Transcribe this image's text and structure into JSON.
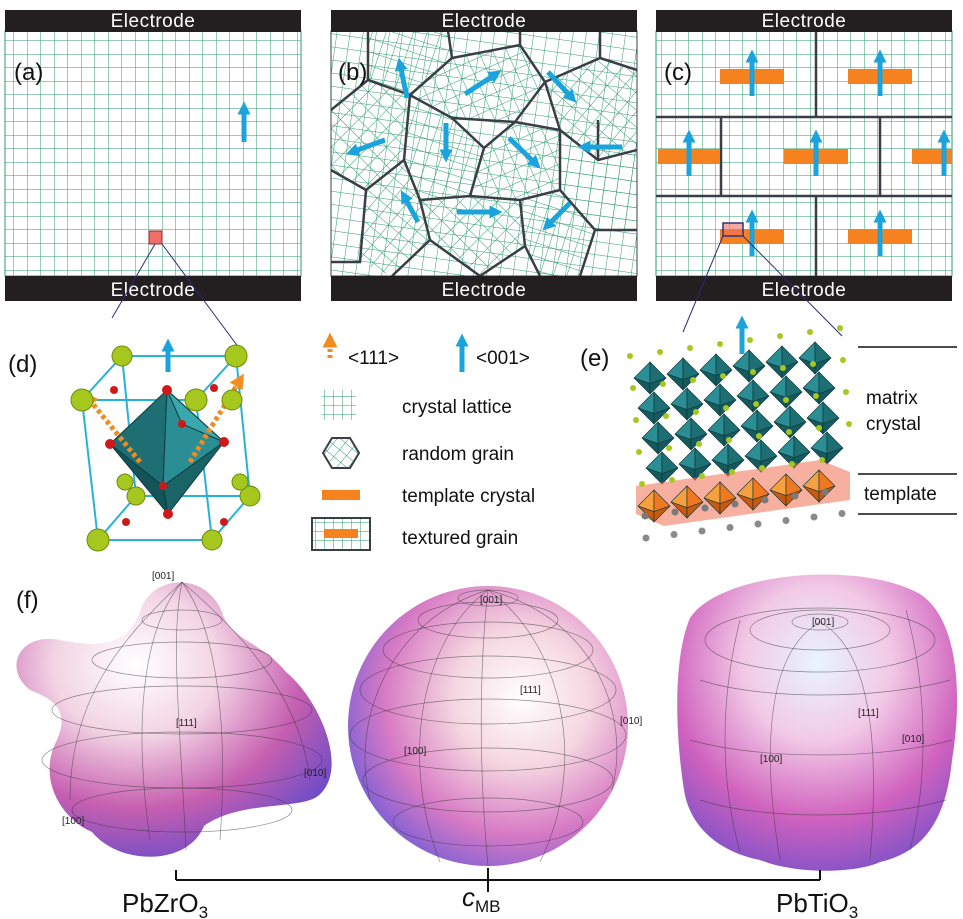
{
  "panels": {
    "electrode_top": "Electrode",
    "electrode_bottom": "Electrode",
    "a": "(a)",
    "b": "(b)",
    "c": "(c)",
    "d": "(d)",
    "e": "(e)",
    "f": "(f)"
  },
  "legend": {
    "dir111": "<111>",
    "dir001": "<001>",
    "crystal_lattice": "crystal lattice",
    "random_grain": "random grain",
    "template_crystal": "template crystal",
    "textured_grain": "textured grain"
  },
  "panel_e": {
    "matrix_line1": "matrix",
    "matrix_line2": "crystal",
    "template": "template"
  },
  "panel_f": {
    "left": {
      "l001": "[001]",
      "l111": "[111]",
      "l010": "[010]",
      "l100": "[100]"
    },
    "middle": {
      "l001": "[001]",
      "l111": "[111]",
      "l010": "[010]",
      "l100": "[100]"
    },
    "right": {
      "l001": "[001]",
      "l111": "[111]",
      "l010": "[010]",
      "l100": "[100]"
    },
    "composition": {
      "left_main": "PbZrO",
      "left_sub": "3",
      "mid_main": "c",
      "mid_sub": "MB",
      "right_main": "PbTiO",
      "right_sub": "3"
    }
  },
  "colors": {
    "electrode": "#231f20",
    "lattice": "#2e9b6e",
    "arrow001": "#1aa3dc",
    "arrow111": "#f28c1e",
    "template": "#f5821f",
    "grain_boundary": "#3a3f47",
    "octahedron": "#1d6f73",
    "a_site": "#a6c81e",
    "oxygen": "#d01818"
  }
}
